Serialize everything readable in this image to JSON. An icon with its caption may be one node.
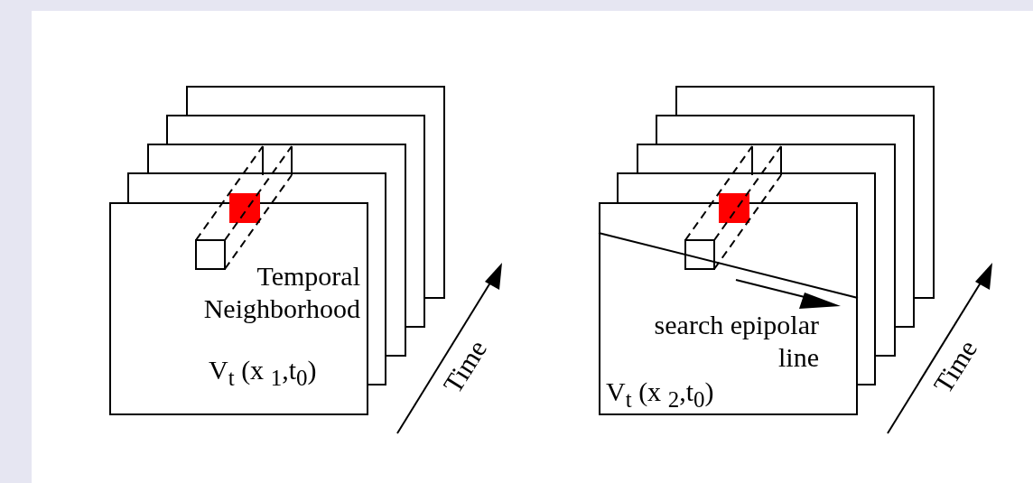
{
  "diagram": {
    "nodes": [
      {
        "text": [],
        "shape": "box"
      },
      {
        "text": [],
        "shape": "box"
      },
      {
        "text": [],
        "shape": "box"
      },
      {
        "text": [],
        "shape": "box"
      },
      {
        "text": [
          "Temporal Neighborhood",
          "V$_{t}$ (x $_{1}$,t$_{0}$)"
        ]
      },
      {
        "text": [],
        "shape": "box"
      },
      {
        "text": [],
        "shape": "box"
      },
      {
        "text": [],
        "shape": "box"
      },
      {
        "text": [],
        "shape": "box"
      },
      {
        "text": [
          "search epipolar line",
          "V$_{t}$ (x $_{2}$,t$_{0}$)"
        ]
      }
    ],
    "edges": [],
    "labels": [
      "Time",
      "Time"
    ]
  }
}
